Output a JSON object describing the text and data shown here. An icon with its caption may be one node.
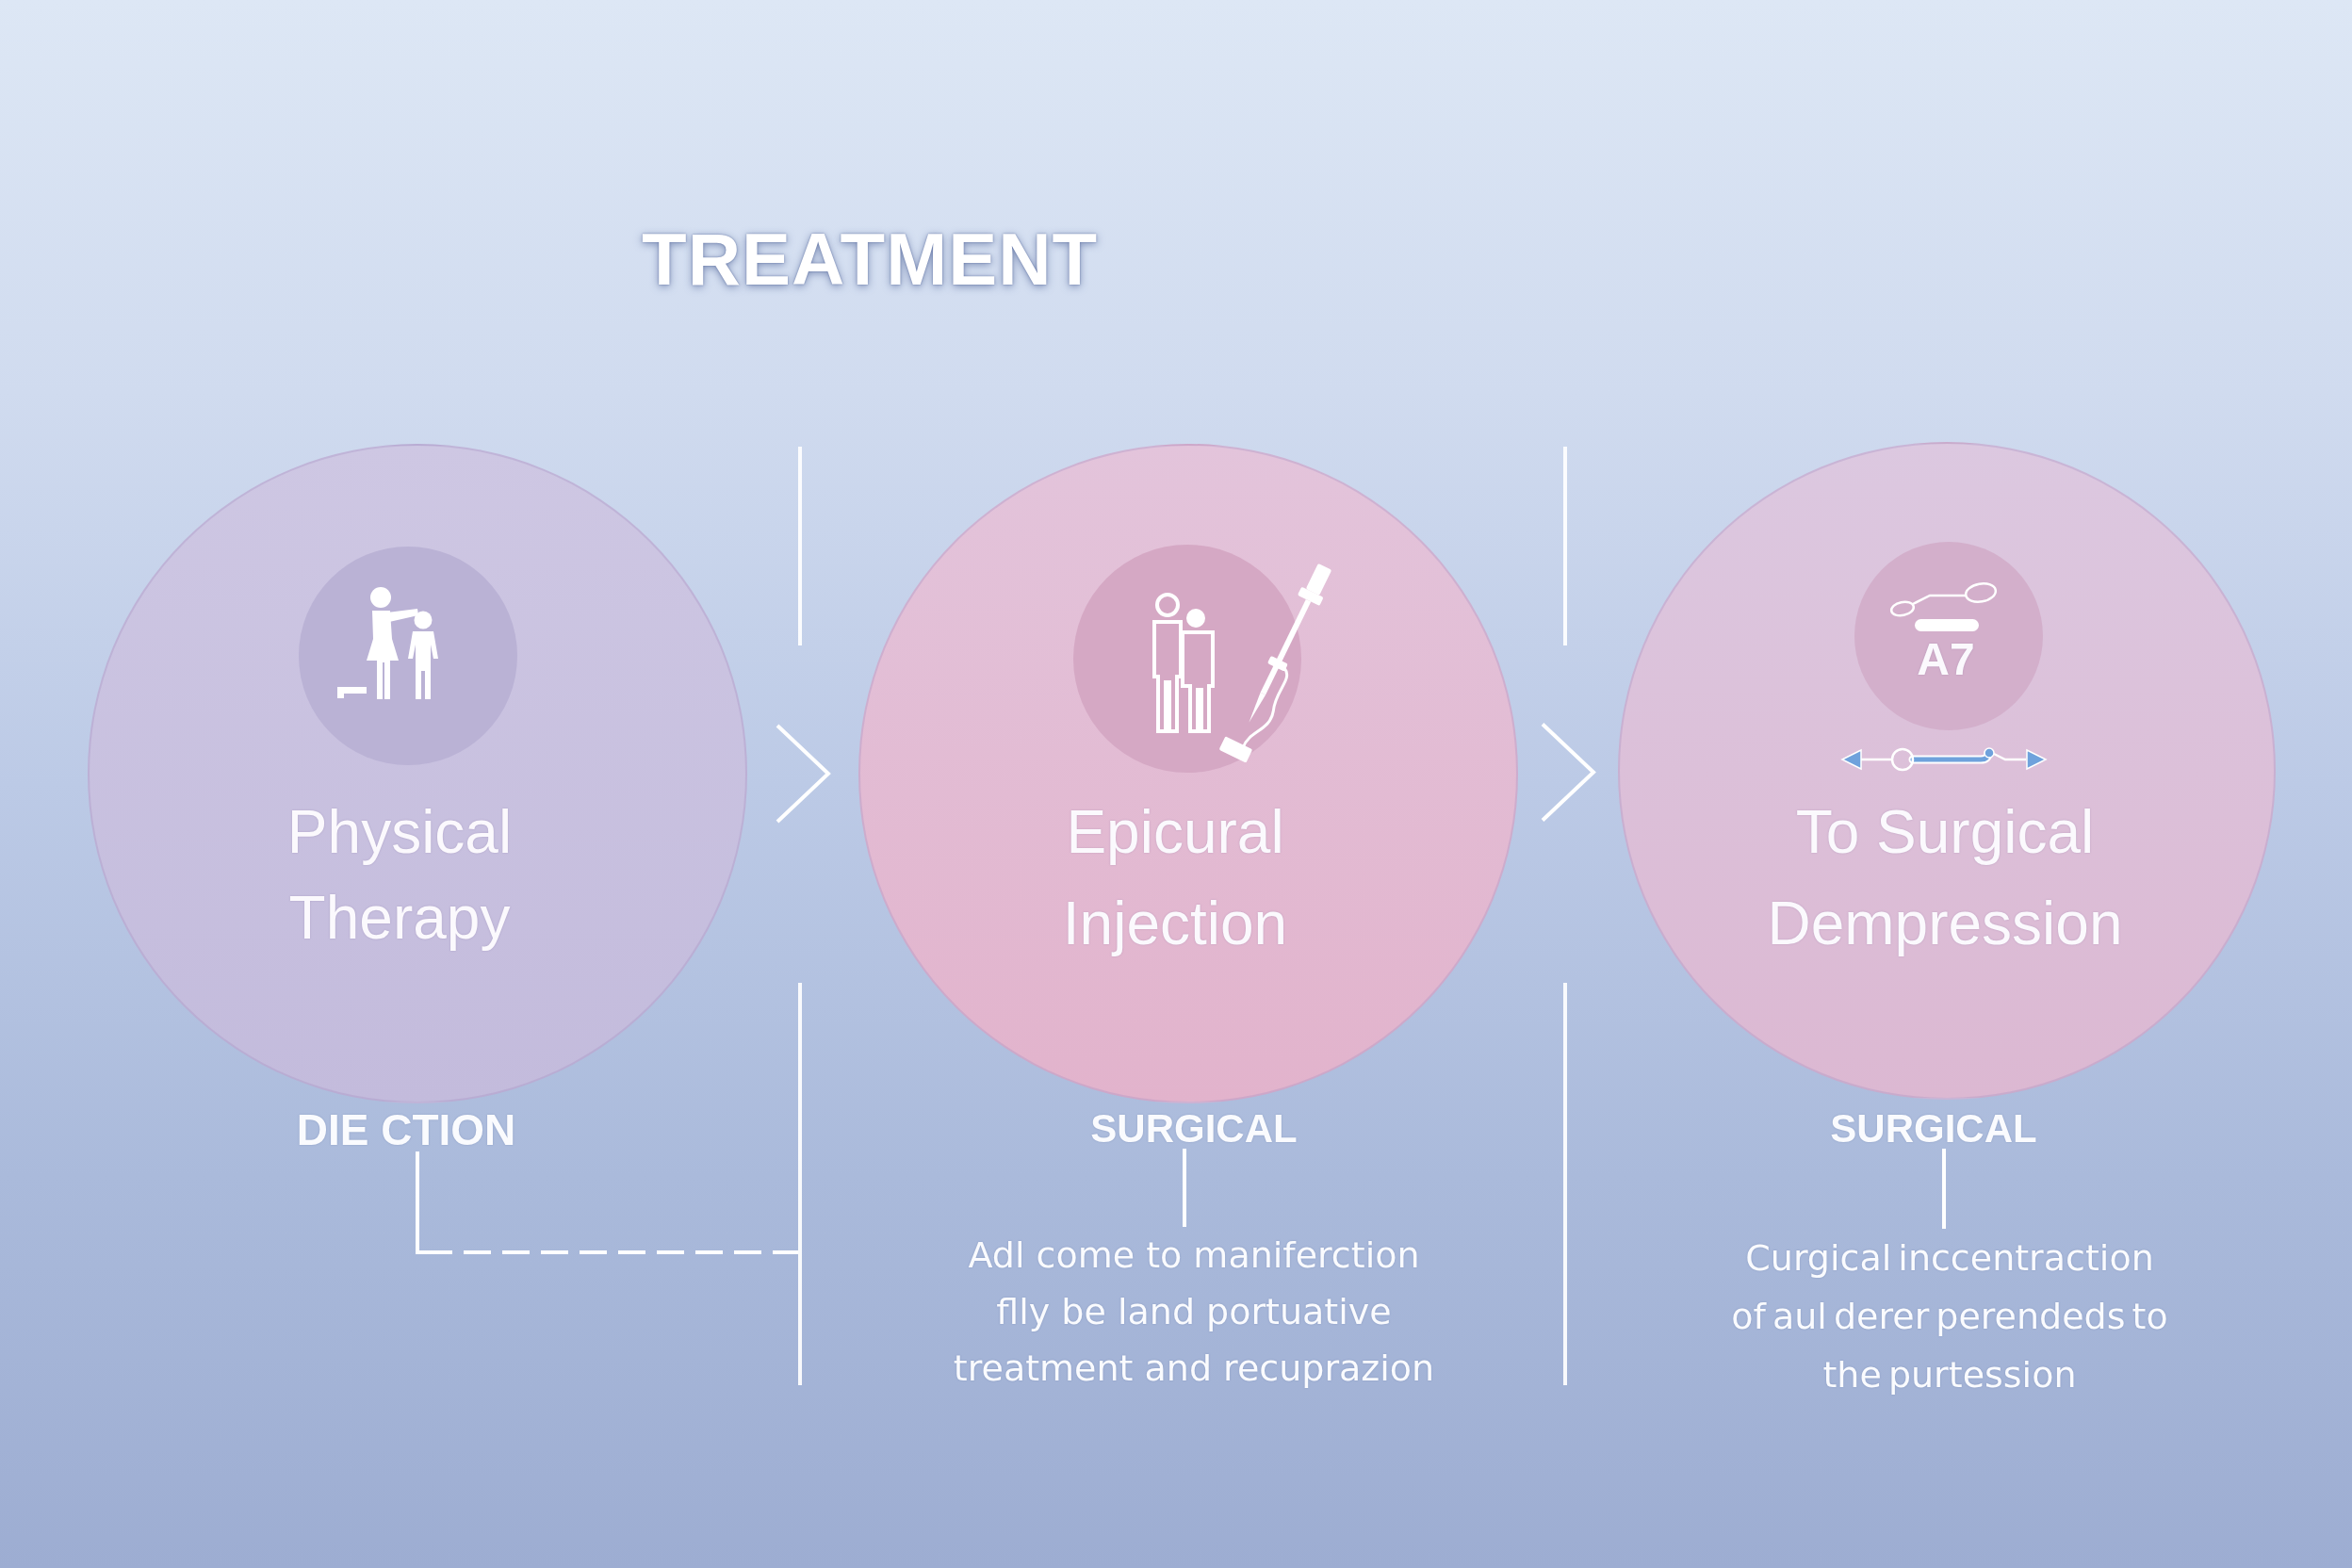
{
  "diagram": {
    "title": "TREATMENT",
    "nodes": [
      {
        "text": [
          "Physical Therapy"
        ]
      },
      {
        "text": [
          "Epicural Injection"
        ]
      },
      {
        "text": [
          "To Surgical Dempression"
        ]
      },
      {
        "text": [
          "A7"
        ],
        "in": 2
      },
      {
        "text": [
          "DIE CTION"
        ]
      },
      {
        "text": [
          "SURGICAL"
        ]
      },
      {
        "text": [
          "Adl come to maniferction flly be land portuative treatment and recuprazion"
        ]
      },
      {
        "text": [
          "SURGICAL"
        ]
      },
      {
        "text": [
          "Curgical inccentraction of aul derer perendeds to the purtession"
        ]
      }
    ],
    "edges": [
      {
        "from": 0,
        "to": 1,
        "arrow": "to"
      },
      {
        "from": 1,
        "to": 2,
        "arrow": "to"
      },
      {
        "from": 4,
        "to": null,
        "arrow": "none",
        "style": "dashed"
      },
      {
        "from": 5,
        "to": 6,
        "arrow": "none"
      },
      {
        "from": 7,
        "to": 8,
        "arrow": "none"
      }
    ]
  }
}
